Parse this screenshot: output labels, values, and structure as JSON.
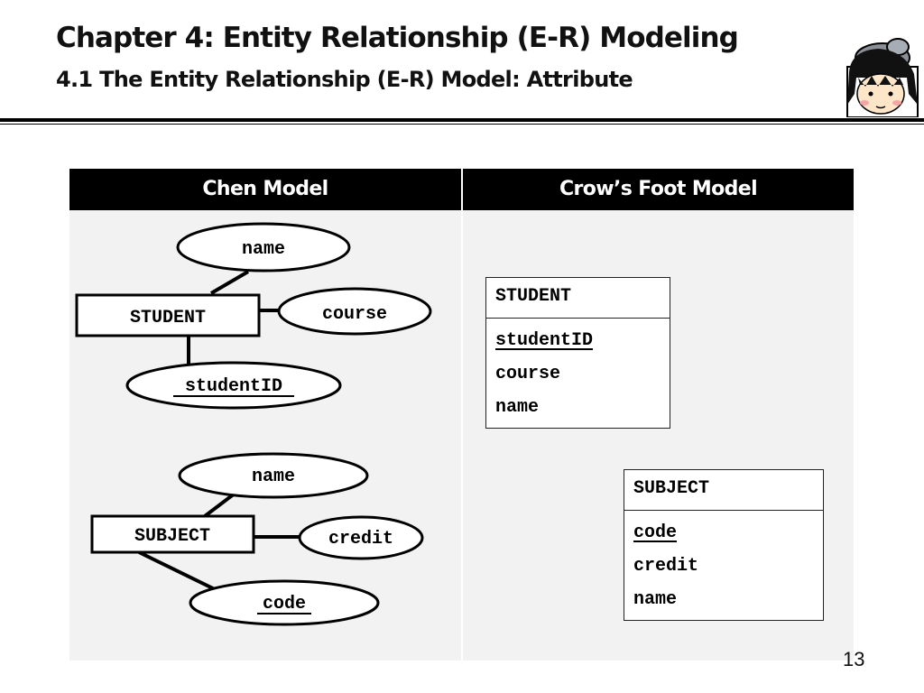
{
  "slide": {
    "title": "Chapter 4: Entity Relationship (E-R) Modeling",
    "subtitle": "4.1 The Entity Relationship (E-R) Model: Attribute",
    "page_number": "13"
  },
  "columns": {
    "chen": "Chen Model",
    "crowsfoot": "Crow’s Foot Model"
  },
  "chen": {
    "student": {
      "entity": "STUDENT",
      "attr_name": "name",
      "attr_course": "course",
      "attr_id": "studentID"
    },
    "subject": {
      "entity": "SUBJECT",
      "attr_name": "name",
      "attr_credit": "credit",
      "attr_code": "code"
    }
  },
  "crowsfoot": {
    "student": {
      "entity": "STUDENT",
      "key": "studentID",
      "attrs": [
        "course",
        "name"
      ]
    },
    "subject": {
      "entity": "SUBJECT",
      "key": "code",
      "attrs": [
        "credit",
        "name"
      ]
    }
  }
}
